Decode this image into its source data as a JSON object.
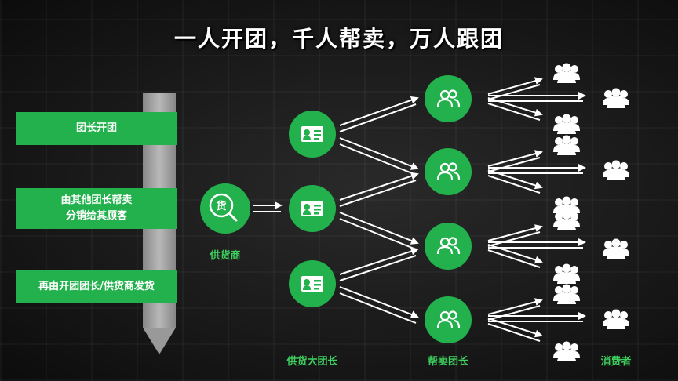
{
  "title": "一人开团，千人帮卖，万人跟团",
  "steps": [
    {
      "label": "团长开团"
    },
    {
      "label": "由其他团长帮卖\n分销给其顾客"
    },
    {
      "label": "再由开团团长/供货商发货"
    }
  ],
  "supplier": {
    "icon_char": "货",
    "label": "供货商"
  },
  "columns": {
    "big_leaders": "供货大团长",
    "resellers": "帮卖团长",
    "consumers": "消费者"
  },
  "colors": {
    "accent": "#22b14c",
    "label": "#3ecf5e",
    "arrow": "#ffffff"
  },
  "icons": {
    "supplier": "search-goods-icon",
    "big_leader": "contact-card-icon",
    "reseller": "two-people-icon",
    "consumer": "crowd-icon"
  }
}
